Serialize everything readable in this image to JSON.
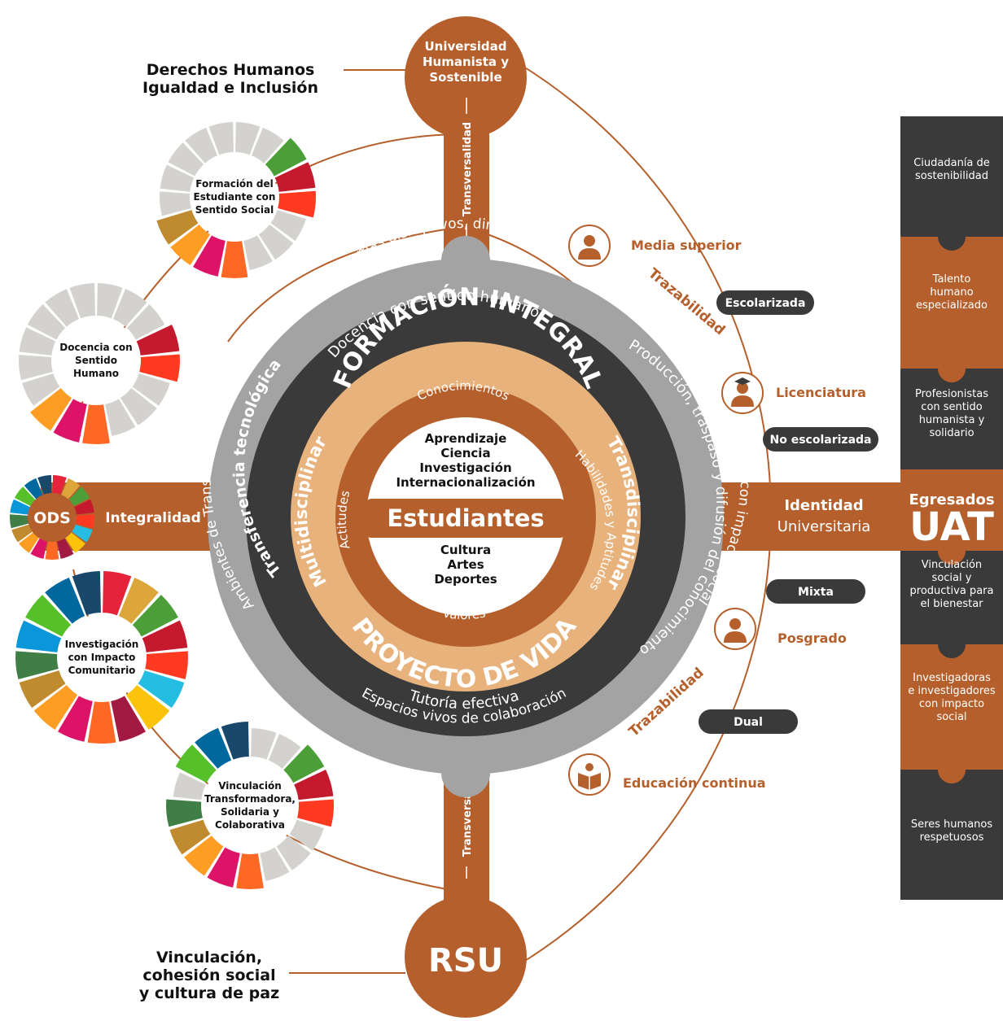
{
  "colors": {
    "brown": "#B5602C",
    "tan": "#E8B27C",
    "dark": "#3A3A3A",
    "gray": "#A3A3A3",
    "white": "#FFFFFF",
    "black": "#111111"
  },
  "top_node": {
    "lines": [
      "Universidad",
      "Humanista y",
      "Sostenible"
    ]
  },
  "bottom_node": {
    "label": "RSU"
  },
  "left_node": {
    "label": "ODS"
  },
  "axis_labels": {
    "transversalidad_top": "Transversalidad",
    "transversalidad_bottom": "Transversalidad",
    "integralidad": "Integralidad",
    "identidad_bold": "Identidad",
    "identidad_light": "Universitaria"
  },
  "corner_titles": {
    "top_left": [
      "Derechos Humanos",
      "Igualdad e Inclusión"
    ],
    "bottom_left": [
      "Vinculación,",
      "cohesión social",
      "y cultura de paz"
    ]
  },
  "ring_outer": {
    "top": "Ecosistemas disruptivos, dinámicos y resilientes",
    "left": "Ambientes de Transformación auténtica",
    "right": "Cobertura de calidad con impacto social",
    "bottom": "Espacios vivos de colaboración"
  },
  "ring_dark": {
    "top": "Docencia con sentido humano",
    "left": "Transferencia tecnológica",
    "right": "Producción, traspaso y difusión del conocimiento",
    "bottom": "Tutoría efectiva"
  },
  "ring_tan": {
    "top": "FORMACIÓN INTEGRAL",
    "left": "Multidisciplinar",
    "right": "Transdisciplinar",
    "bottom": "PROYECTO DE VIDA"
  },
  "ring_inner": {
    "top": "Conocimientos",
    "left": "Actitudes",
    "right": "Habilidades y Aptitudes",
    "bottom": "Valores"
  },
  "core": {
    "upper": [
      "Aprendizaje",
      "Ciencia",
      "Investigación",
      "Internacionalización"
    ],
    "title": "Estudiantes",
    "lower": [
      "Cultura",
      "Artes",
      "Deportes"
    ]
  },
  "ods_wheels": [
    {
      "label": [
        "Formación del",
        "Estudiante con",
        "Sentido Social"
      ]
    },
    {
      "label": [
        "Docencia con",
        "Sentido",
        "Humano"
      ]
    },
    {
      "label": [
        "Investigación",
        "con Impacto",
        "Comunitario"
      ]
    },
    {
      "label": [
        "Vinculación",
        "Transformadora,",
        "Solidaria y",
        "Colaborativa"
      ]
    }
  ],
  "ods_palette": [
    "#E5243B",
    "#DDA63A",
    "#4C9F38",
    "#C5192D",
    "#FF3A21",
    "#26BDE2",
    "#FCC30B",
    "#A21942",
    "#FD6925",
    "#DD1367",
    "#FD9D24",
    "#BF8B2E",
    "#3F7E44",
    "#0A97D9",
    "#56C02B",
    "#00689D",
    "#19486A"
  ],
  "levels": [
    {
      "label": "Media superior",
      "icon": "woman-avatar-icon"
    },
    {
      "label": "Licenciatura",
      "icon": "graduate-avatar-icon"
    },
    {
      "label": "Posgrado",
      "icon": "man-avatar-icon"
    },
    {
      "label": "Educación continua",
      "icon": "reader-book-icon"
    }
  ],
  "trazabilidad": [
    "Trazabilidad",
    "Trazabilidad"
  ],
  "modalities": [
    "Escolarizada",
    "No escolarizada",
    "Mixta",
    "Dual"
  ],
  "graduate_profile": {
    "items": [
      [
        "Ciudadanía de",
        "sostenibilidad"
      ],
      [
        "Talento",
        "humano",
        "especializado"
      ],
      [
        "Profesionistas",
        "con sentido",
        "humanista y",
        "solidario"
      ],
      [
        "Vinculación",
        "social y",
        "productiva para",
        "el bienestar"
      ],
      [
        "Investigadoras",
        "e investigadores",
        "con impacto",
        "social"
      ],
      [
        "Seres humanos",
        "respetuosos"
      ]
    ],
    "badge_small": "Egresados",
    "badge_big": "UAT"
  }
}
